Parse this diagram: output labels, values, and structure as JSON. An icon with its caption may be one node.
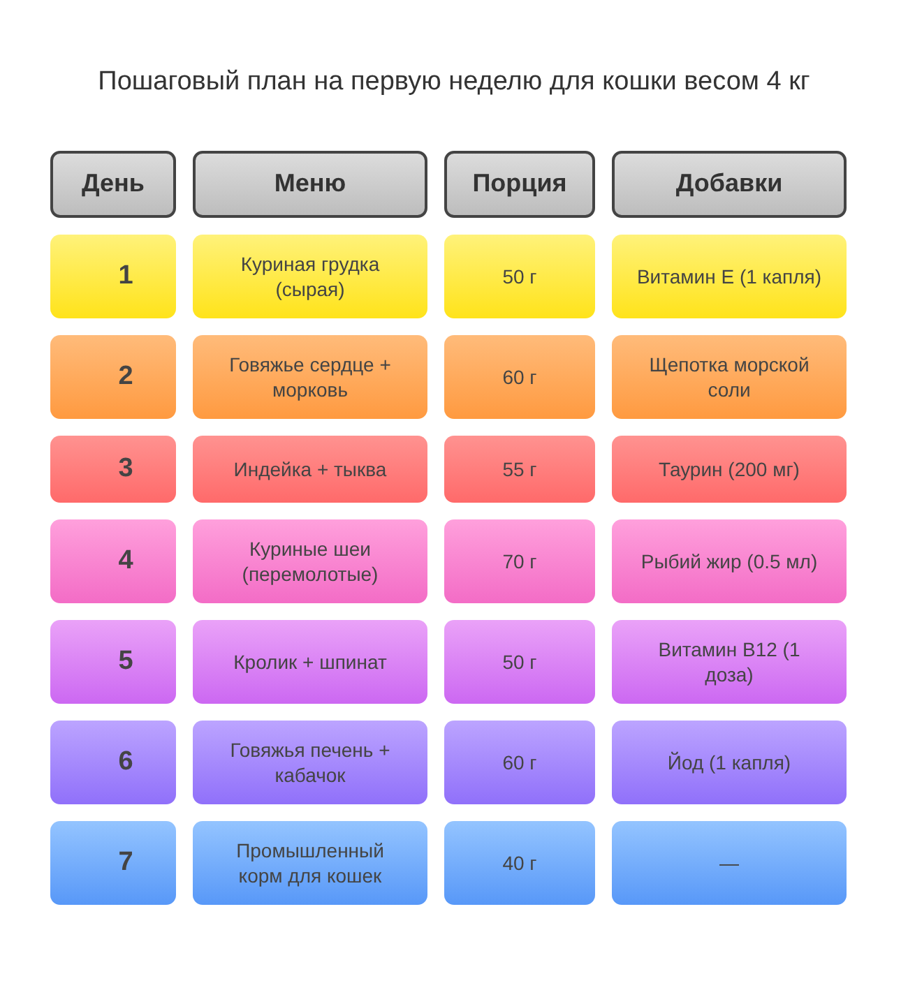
{
  "diagram": {
    "title": "Пошаговый план на первую неделю для кошки весом 4 кг",
    "labels": [
      "День",
      "Меню",
      "Порция",
      "Добавки",
      "1",
      "Куриная грудка (сырая)",
      "50 г",
      "Витамин E (1 капля)",
      "2",
      "Говяжье сердце + морковь",
      "60 г",
      "Щепотка морской соли",
      "3",
      "Индейка + тыква",
      "55 г",
      "Таурин (200 мг)",
      "4",
      "Куриные шеи (перемолотые)",
      "70 г",
      "Рыбий жир (0.5 мл)",
      "5",
      "Кролик + шпинат",
      "50 г",
      "Витамин B12 (1 доза)",
      "6",
      "Говяжья печень + кабачок",
      "60 г",
      "Йод (1 капля)",
      "7",
      "Промышленный корм для кошек",
      "40 г",
      "—"
    ]
  }
}
